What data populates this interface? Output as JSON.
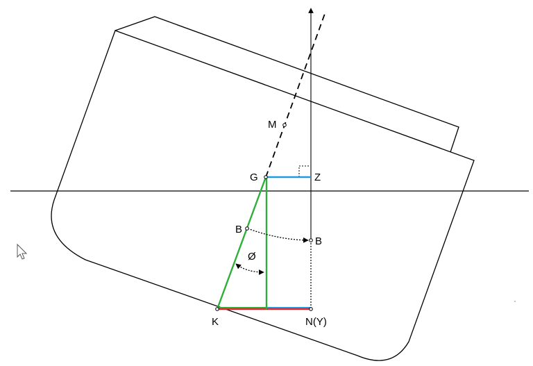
{
  "labels": {
    "m": "M",
    "g": "G",
    "z": "Z",
    "b_heeled": "B",
    "b_upright": "B",
    "phi": "Ø",
    "k": "K",
    "n": "N(Y)"
  },
  "colors": {
    "outline": "#000000",
    "green": "#2eae3a",
    "blue": "#1e9be0",
    "red": "#e0262c"
  },
  "icons": {
    "cursor": "mouse-pointer-icon"
  }
}
